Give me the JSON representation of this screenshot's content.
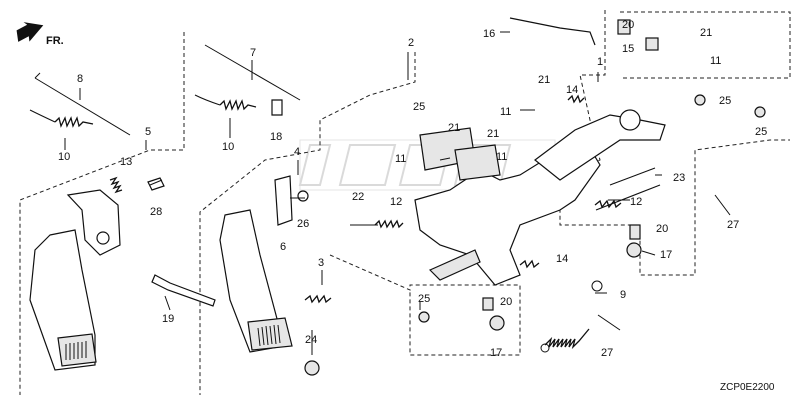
{
  "diagram": {
    "direction_label": "FR.",
    "drawing_code": "ZCP0E2200",
    "watermark_color": "#bdbdbd",
    "callouts": [
      {
        "id": "c1",
        "text": "1"
      },
      {
        "id": "c2",
        "text": "2"
      },
      {
        "id": "c3",
        "text": "3"
      },
      {
        "id": "c4",
        "text": "4"
      },
      {
        "id": "c5",
        "text": "5"
      },
      {
        "id": "c6",
        "text": "6"
      },
      {
        "id": "c7",
        "text": "7"
      },
      {
        "id": "c8",
        "text": "8"
      },
      {
        "id": "c9",
        "text": "9"
      },
      {
        "id": "c10a",
        "text": "10"
      },
      {
        "id": "c10b",
        "text": "10"
      },
      {
        "id": "c11a",
        "text": "11"
      },
      {
        "id": "c11b",
        "text": "11"
      },
      {
        "id": "c11c",
        "text": "11"
      },
      {
        "id": "c11d",
        "text": "11"
      },
      {
        "id": "c12a",
        "text": "12"
      },
      {
        "id": "c12b",
        "text": "12"
      },
      {
        "id": "c13",
        "text": "13"
      },
      {
        "id": "c14a",
        "text": "14"
      },
      {
        "id": "c14b",
        "text": "14"
      },
      {
        "id": "c15",
        "text": "15"
      },
      {
        "id": "c16",
        "text": "16"
      },
      {
        "id": "c17a",
        "text": "17"
      },
      {
        "id": "c17b",
        "text": "17"
      },
      {
        "id": "c18",
        "text": "18"
      },
      {
        "id": "c19",
        "text": "19"
      },
      {
        "id": "c20a",
        "text": "20"
      },
      {
        "id": "c20b",
        "text": "20"
      },
      {
        "id": "c20c",
        "text": "20"
      },
      {
        "id": "c21a",
        "text": "21"
      },
      {
        "id": "c21b",
        "text": "21"
      },
      {
        "id": "c21c",
        "text": "21"
      },
      {
        "id": "c21d",
        "text": "21"
      },
      {
        "id": "c22",
        "text": "22"
      },
      {
        "id": "c23",
        "text": "23"
      },
      {
        "id": "c24",
        "text": "24"
      },
      {
        "id": "c25a",
        "text": "25"
      },
      {
        "id": "c25b",
        "text": "25"
      },
      {
        "id": "c25c",
        "text": "25"
      },
      {
        "id": "c25d",
        "text": "25"
      },
      {
        "id": "c26",
        "text": "26"
      },
      {
        "id": "c27a",
        "text": "27"
      },
      {
        "id": "c27b",
        "text": "27"
      },
      {
        "id": "c28",
        "text": "28"
      }
    ]
  }
}
